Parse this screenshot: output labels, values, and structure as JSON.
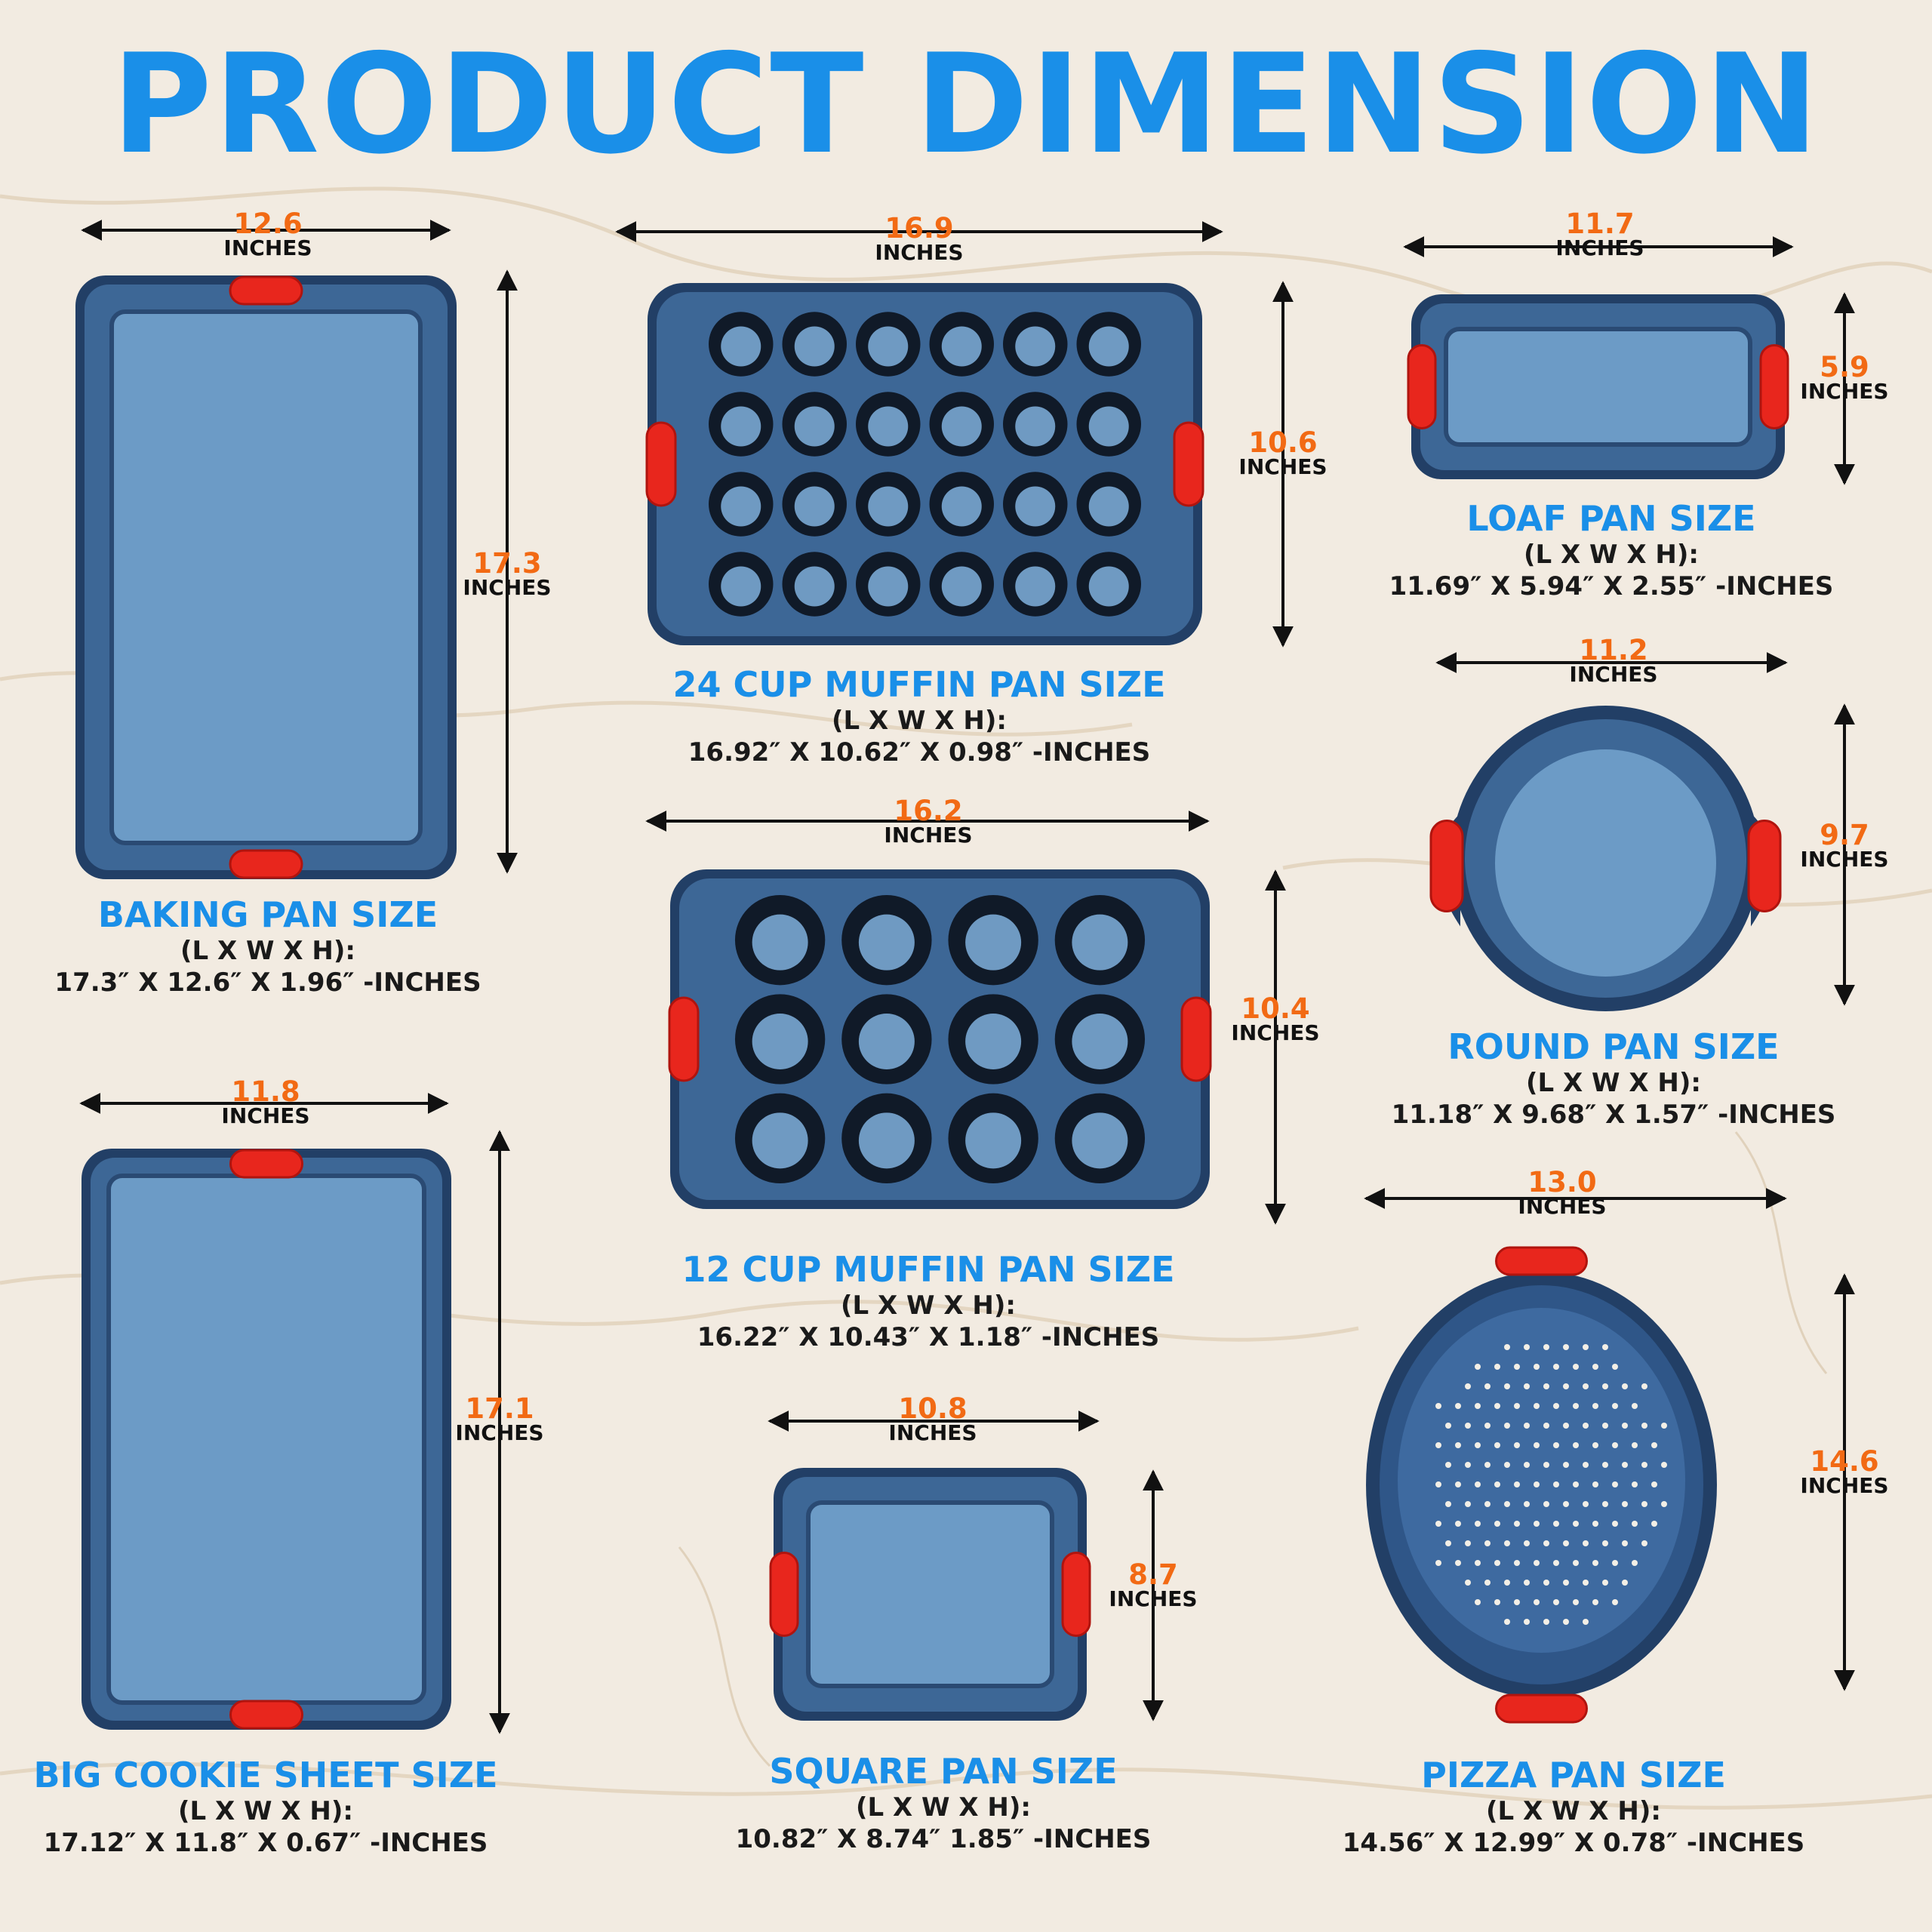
{
  "title": "PRODUCT DIMENSION",
  "colors": {
    "title": "#1a8fe8",
    "measure": "#f26a14",
    "pan_edge": "#223f66",
    "pan_body": "#3d6796",
    "pan_floor": "#6c9bc6",
    "handle": "#e8261d",
    "background": "#f2ebe1"
  },
  "unit_label": "INCHES",
  "dimension_label": "(L X W X H):",
  "products": [
    {
      "id": "baking",
      "name": "BAKING PAN SIZE",
      "spec": "17.3″ X 12.6″ X 1.96″ -INCHES",
      "width_label": "12.6",
      "height_label": "17.3",
      "pan_icon": "baking-pan-icon"
    },
    {
      "id": "muffin24",
      "name": "24 CUP MUFFIN PAN SIZE",
      "spec": "16.92″ X 10.62″ X 0.98″ -INCHES",
      "width_label": "16.9",
      "height_label": "10.6",
      "pan_icon": "muffin-pan-icon"
    },
    {
      "id": "loaf",
      "name": "LOAF PAN SIZE",
      "spec": "11.69″ X 5.94″ X 2.55″ -INCHES",
      "width_label": "11.7",
      "height_label": "5.9",
      "pan_icon": "loaf-pan-icon"
    },
    {
      "id": "muffin12",
      "name": "12 CUP MUFFIN PAN SIZE",
      "spec": "16.22″ X 10.43″ X 1.18″ -INCHES",
      "width_label": "16.2",
      "height_label": "10.4",
      "pan_icon": "muffin-pan-icon"
    },
    {
      "id": "round",
      "name": "ROUND PAN SIZE",
      "spec": "11.18″ X 9.68″ X 1.57″ -INCHES",
      "width_label": "11.2",
      "height_label": "9.7",
      "pan_icon": "round-pan-icon"
    },
    {
      "id": "cookie",
      "name": "BIG COOKIE SHEET SIZE",
      "spec": "17.12″ X 11.8″ X 0.67″ -INCHES",
      "width_label": "11.8",
      "height_label": "17.1",
      "pan_icon": "cookie-sheet-icon"
    },
    {
      "id": "square",
      "name": "SQUARE PAN SIZE",
      "spec": "10.82″ X 8.74″ 1.85″ -INCHES",
      "width_label": "10.8",
      "height_label": "8.7",
      "pan_icon": "square-pan-icon"
    },
    {
      "id": "pizza",
      "name": "PIZZA PAN SIZE",
      "spec": "14.56″ X 12.99″ X 0.78″ -INCHES",
      "width_label": "13.0",
      "height_label": "14.6",
      "pan_icon": "pizza-pan-icon"
    }
  ]
}
